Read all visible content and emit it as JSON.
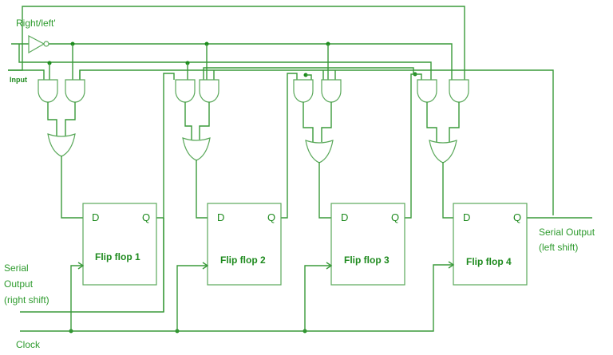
{
  "diagram": {
    "title": "4-bit bidirectional shift register",
    "control_label": "Right/left'",
    "input_label": "Input",
    "clock_label": "Clock",
    "serial_output_right": [
      "Serial",
      "Output",
      "(right shift)"
    ],
    "serial_output_left": [
      "Serial Output",
      "(left shift)"
    ],
    "pin_d": "D",
    "pin_q": "Q",
    "flip_flops": [
      {
        "label": "Flip flop 1"
      },
      {
        "label": "Flip flop 2"
      },
      {
        "label": "Flip flop 3"
      },
      {
        "label": "Flip flop 4"
      }
    ],
    "colors": {
      "wire": "#3a9a3a",
      "text": "#2e9b2e",
      "junction": "#1a8a1a"
    }
  }
}
